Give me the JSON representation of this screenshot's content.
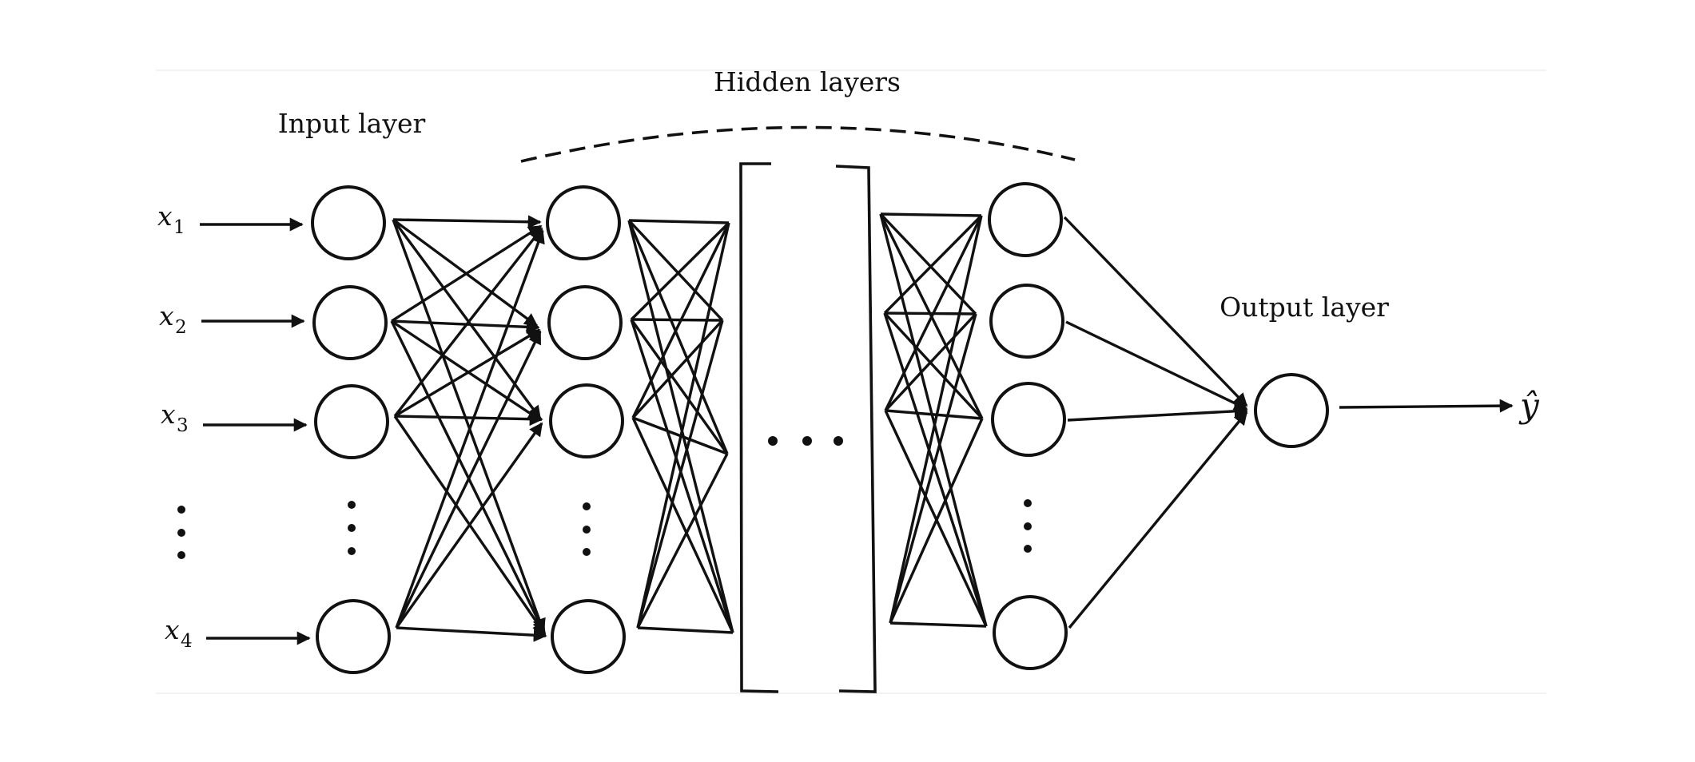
{
  "labels": {
    "hidden_layers": "Hidden layers",
    "input_layer": "Input layer",
    "output_layer": "Output layer"
  },
  "inputs": [
    {
      "var": "x",
      "sub": "1"
    },
    {
      "var": "x",
      "sub": "2"
    },
    {
      "var": "x",
      "sub": "3"
    },
    {
      "var": "x",
      "sub": "4"
    }
  ],
  "output": {
    "symbol": "ŷ"
  },
  "colors": {
    "stroke": "#111111",
    "background": "#ffffff"
  }
}
